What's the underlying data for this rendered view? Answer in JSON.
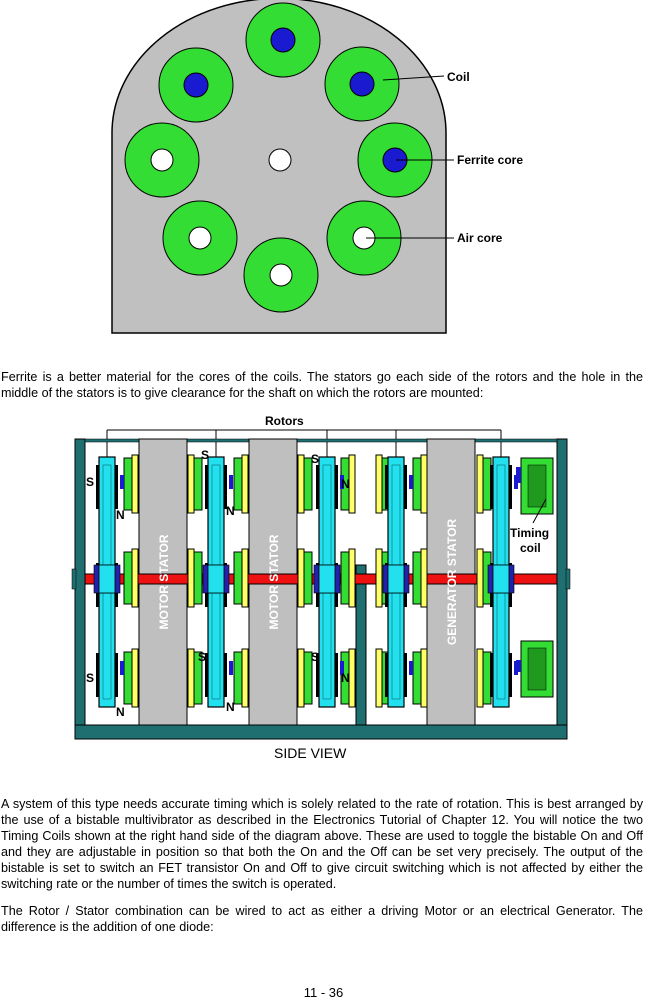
{
  "figure1": {
    "labels": {
      "coil": "Coil",
      "ferrite_core": "Ferrite core",
      "air_core": "Air core"
    }
  },
  "paragraph1": "Ferrite is a better material for the cores of the coils.  The stators go each side of the rotors and the hole in the middle of the stators is to give clearance for the shaft on which the rotors are mounted:",
  "figure2": {
    "rotors_label": "Rotors",
    "timing_coil_label": [
      "Timing",
      "coil"
    ],
    "stator_labels": [
      "MOTOR STATOR",
      "MOTOR STATOR",
      "GENERATOR STATOR"
    ],
    "caption": "SIDE VIEW",
    "pole_s": "S",
    "pole_n": "N"
  },
  "paragraph2": "A system of this type needs accurate timing which is solely related to the rate of rotation.  This is best arranged by the use of a bistable multivibrator as described in the Electronics Tutorial of Chapter 12.  You will notice the two Timing Coils shown at the right hand side of the diagram above.  These are used to toggle the bistable On and Off and they are adjustable in position so that both the On and the Off can be set very precisely.  The output of the bistable is set to switch an FET transistor On and Off to give circuit switching which is not affected by either the switching rate or the number of times the switch is operated.",
  "paragraph3": "The Rotor / Stator combination can be wired to act as either a driving Motor or an electrical Generator.  The difference is the addition of one diode:",
  "page_number": "11 - 36",
  "colors": {
    "coil_green": "#33dd33",
    "ferrite_blue": "#1a1ad0",
    "stator_gray": "#bfbfbf",
    "frame_teal": "#1f6f70",
    "rotor_cyan": "#22e0ee",
    "shaft_red": "#ee1111"
  }
}
